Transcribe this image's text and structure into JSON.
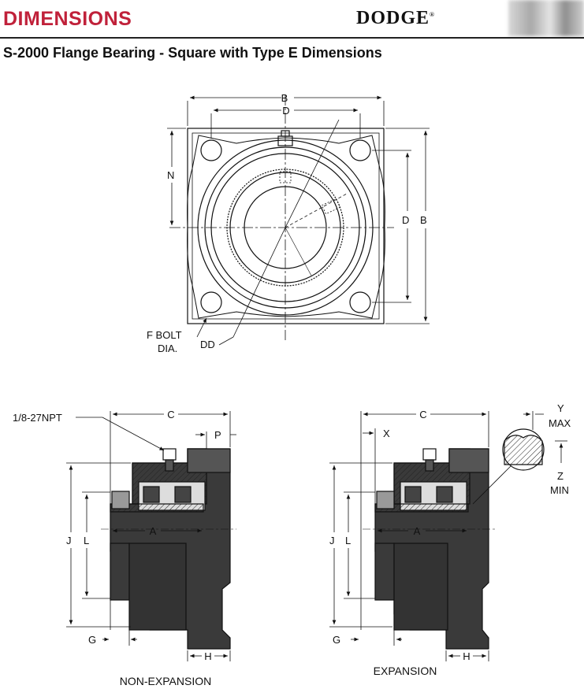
{
  "header": {
    "title": "DIMENSIONS",
    "logo": "DODGE",
    "logo_mark": "®",
    "title_color": "#c0213a"
  },
  "subtitle": "S-2000 Flange Bearing - Square with Type E Dimensions",
  "top_view": {
    "label_b_top": "B",
    "label_d_top": "D",
    "label_n": "N",
    "label_d_right": "D",
    "label_b_right": "B",
    "label_f_bolt": "F BOLT",
    "label_dia": "DIA.",
    "label_dd": "DD"
  },
  "left_view": {
    "label_npt": "1/8-27NPT",
    "label_c": "C",
    "label_p": "P",
    "label_a": "A",
    "label_j": "J",
    "label_l": "L",
    "label_g": "G",
    "label_h": "H",
    "caption": "NON-EXPANSION"
  },
  "right_view": {
    "label_c": "C",
    "label_x": "X",
    "label_y": "Y",
    "label_max": "MAX",
    "label_z": "Z",
    "label_min": "MIN",
    "label_a": "A",
    "label_j": "J",
    "label_l": "L",
    "label_g": "G",
    "label_h": "H",
    "caption": "EXPANSION"
  }
}
